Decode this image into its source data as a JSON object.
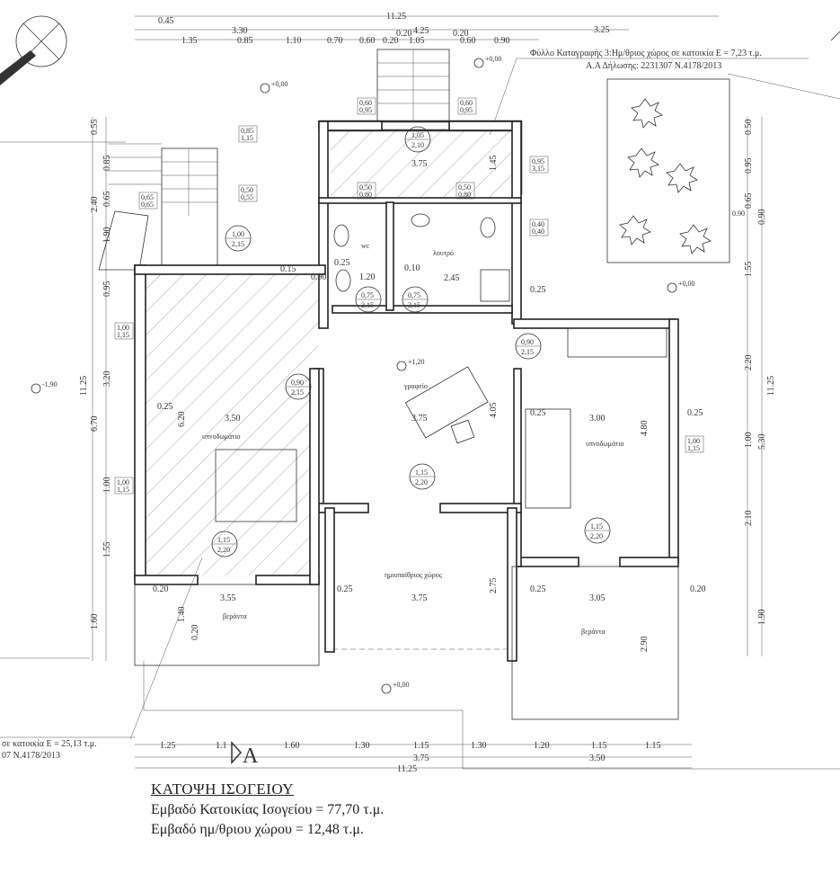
{
  "title": "ΚΑΤΟΨΗ ΙΣΟΓΕΙΟΥ",
  "area_residence": "Εμβαδό Κατοικίας Ισογείου = 77,70 τ.μ.",
  "area_semi_open": "Εμβαδό ημ/θριου χώρου = 12,48 τ.μ.",
  "note_top_line1": "Φύλλο Καταγραφής 3:Ημ/θριος χώρος σε κατοικία Ε = 7,23 τ.μ.",
  "note_top_line2": "Α.Α Δήλωσης: 2231307 Ν.4178/2013",
  "note_left_line1": "σε κατοικία Ε = 25,13 τ.μ.",
  "note_left_line2": "07 Ν.4178/2013",
  "section_marker": "A",
  "rooms": {
    "wc": "wc",
    "bath": "λουτρό",
    "office": "γραφείο",
    "bedroom_left": "υπνοδωμάτιο",
    "bedroom_right": "υπνοδωμάτιο",
    "semi_open": "ημιυπαίθριος χώρος",
    "veranda_left": "βεράντα",
    "veranda_right": "βεράντα"
  },
  "levels": {
    "l1": "+0,00",
    "l2": "+0,00",
    "l3": "+0,00",
    "l4": "+1,20",
    "l5": "-1,90",
    "l6": "+0,00"
  },
  "dims_top": {
    "total": "11.25",
    "a": "0.45",
    "b": "3.30",
    "c": "4.25",
    "d": "0.20",
    "e": "3.25",
    "r1": "1.35",
    "r2": "0.85",
    "r3": "1.10",
    "r4": "0.70",
    "r5": "0.60",
    "r6": "0.20",
    "r7": "1.05",
    "r8": "0.60",
    "r9": "0.90"
  },
  "dims_bottom": {
    "b1": "1.25",
    "b2": "1.1",
    "b3": "1.60",
    "b4": "1.30",
    "b5": "1.15",
    "b6": "1.30",
    "b7": "1.20",
    "b8": "1.15",
    "b9": "1.15",
    "c1": "3.75",
    "c2": "3.50",
    "total": "11.25"
  },
  "dims_left": {
    "total": "11.25",
    "a": "0.55",
    "b": "0.85",
    "c": "2.40",
    "d": "0.65",
    "e": "1.90",
    "f": "0.95",
    "g": "6.70",
    "h": "3.20",
    "i": "1.00",
    "j": "1.55",
    "k": "1.60",
    "l": "1.40",
    "m": "0.20"
  },
  "dims_right": {
    "total": "11.25",
    "a": "0.50",
    "b": "0.95",
    "c": "0.65",
    "d": "0.90",
    "e": "1.55",
    "f": "2.20",
    "g": "1.00",
    "h": "5.30",
    "i": "2.10",
    "j": "1.90"
  },
  "dims_inner": {
    "w1": "3.75",
    "w2": "2.45",
    "w3": "0.90",
    "w4": "0.15",
    "w5": "1.20",
    "w6": "0.10",
    "w7": "0.25",
    "w8": "3.50",
    "w9": "3.75",
    "w10": "3.00",
    "w11": "4.05",
    "w12": "4.80",
    "w13": "6.20",
    "w14": "3.55",
    "w15": "3.75",
    "w16": "3.05",
    "w17": "2.75",
    "w18": "2.90",
    "w19": "1.45",
    "w20": "0.25",
    "w21": "0.20"
  },
  "openings": {
    "o1a": "1,05",
    "o1b": "2,10",
    "o2a": "1,00",
    "o2b": "2,15",
    "o3a": "0,75",
    "o3b": "2,15",
    "o4a": "0,75",
    "o4b": "2,15",
    "o5a": "0,90",
    "o5b": "2,15",
    "o6a": "0,90",
    "o6b": "2,15",
    "o7a": "1,15",
    "o7b": "2,20",
    "o8a": "1,15",
    "o8b": "2,20",
    "o9a": "1,15",
    "o9b": "2,20"
  },
  "windows": {
    "wa1": "0,60",
    "wa2": "0,95",
    "wb1": "0,60",
    "wb2": "0,95",
    "wc1": "0,85",
    "wc2": "1,15",
    "wd1": "0,95",
    "wd2": "3,15",
    "we1": "0,50",
    "we2": "0,80",
    "wf1": "0,50",
    "wf2": "0,80",
    "wg1": "0,40",
    "wg2": "0,40",
    "wh1": "0,65",
    "wh2": "0,65",
    "wi1": "0,50",
    "wi2": "0,55",
    "wj1": "1,00",
    "wj2": "1,15",
    "wk1": "1,00",
    "wk2": "1,15",
    "wl1": "1,00",
    "wl2": "1,15"
  }
}
